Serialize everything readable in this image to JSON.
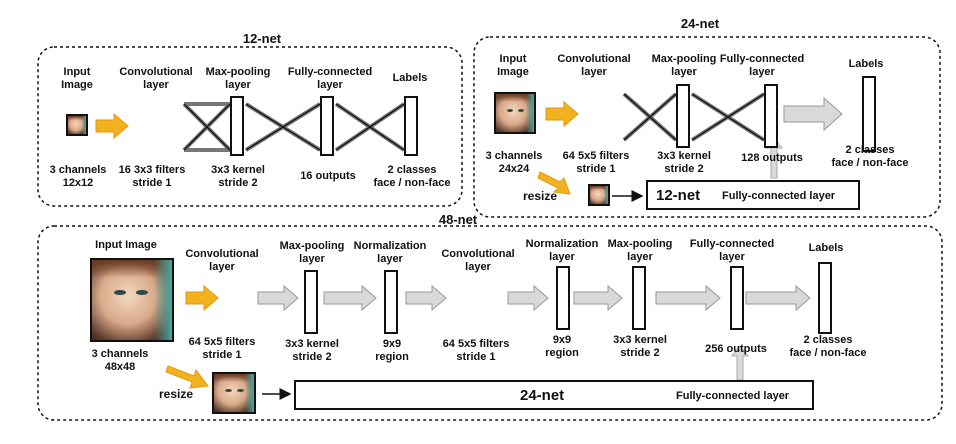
{
  "net12": {
    "title": "12-net",
    "input_label": "Input\nImage",
    "conv_label": "Convolutional\nlayer",
    "pool_label": "Max-pooling\nlayer",
    "fc_label": "Fully-connected\nlayer",
    "labels_label": "Labels",
    "input_desc": "3 channels\n12x12",
    "conv_desc": "16 3x3 filters\nstride 1",
    "pool_desc": "3x3 kernel\nstride 2",
    "fc_desc": "16 outputs",
    "labels_desc": "2 classes\nface / non-face"
  },
  "net24": {
    "title": "24-net",
    "input_label": "Input\nImage",
    "conv_label": "Convolutional\nlayer",
    "pool_label": "Max-pooling\nlayer",
    "fc_label": "Fully-connected\nlayer",
    "labels_label": "Labels",
    "input_desc": "3 channels\n24x24",
    "conv_desc": "64 5x5 filters\nstride 1",
    "pool_desc": "3x3 kernel\nstride 2",
    "fc_desc": "128 outputs",
    "labels_desc": "2 classes\nface / non-face",
    "resize_label": "resize",
    "subnet_name": "12-net",
    "subnet_fc": "Fully-connected layer"
  },
  "net48": {
    "title": "48-net",
    "input_label": "Input Image",
    "conv1_label": "Convolutional\nlayer",
    "pool1_label": "Max-pooling\nlayer",
    "norm1_label": "Normalization\nlayer",
    "conv2_label": "Convolutional\nlayer",
    "norm2_label": "Normalization\nlayer",
    "pool2_label": "Max-pooling\nlayer",
    "fc_label": "Fully-connected\nlayer",
    "labels_label": "Labels",
    "input_desc": "3 channels\n48x48",
    "conv1_desc": "64 5x5 filters\nstride 1",
    "pool1_desc": "3x3 kernel\nstride 2",
    "norm1_desc": "9x9\nregion",
    "conv2_desc": "64 5x5 filters\nstride 1",
    "norm2_desc": "9x9\nregion",
    "pool2_desc": "3x3 kernel\nstride 2",
    "fc_desc": "256 outputs",
    "labels_desc": "2 classes\nface / non-face",
    "resize_label": "resize",
    "subnet_name": "24-net",
    "subnet_fc": "Fully-connected layer"
  },
  "colors": {
    "yellow_arrow": "#f2b21f",
    "gray_arrow": "#d9d9d9",
    "stroke": "#111111"
  }
}
